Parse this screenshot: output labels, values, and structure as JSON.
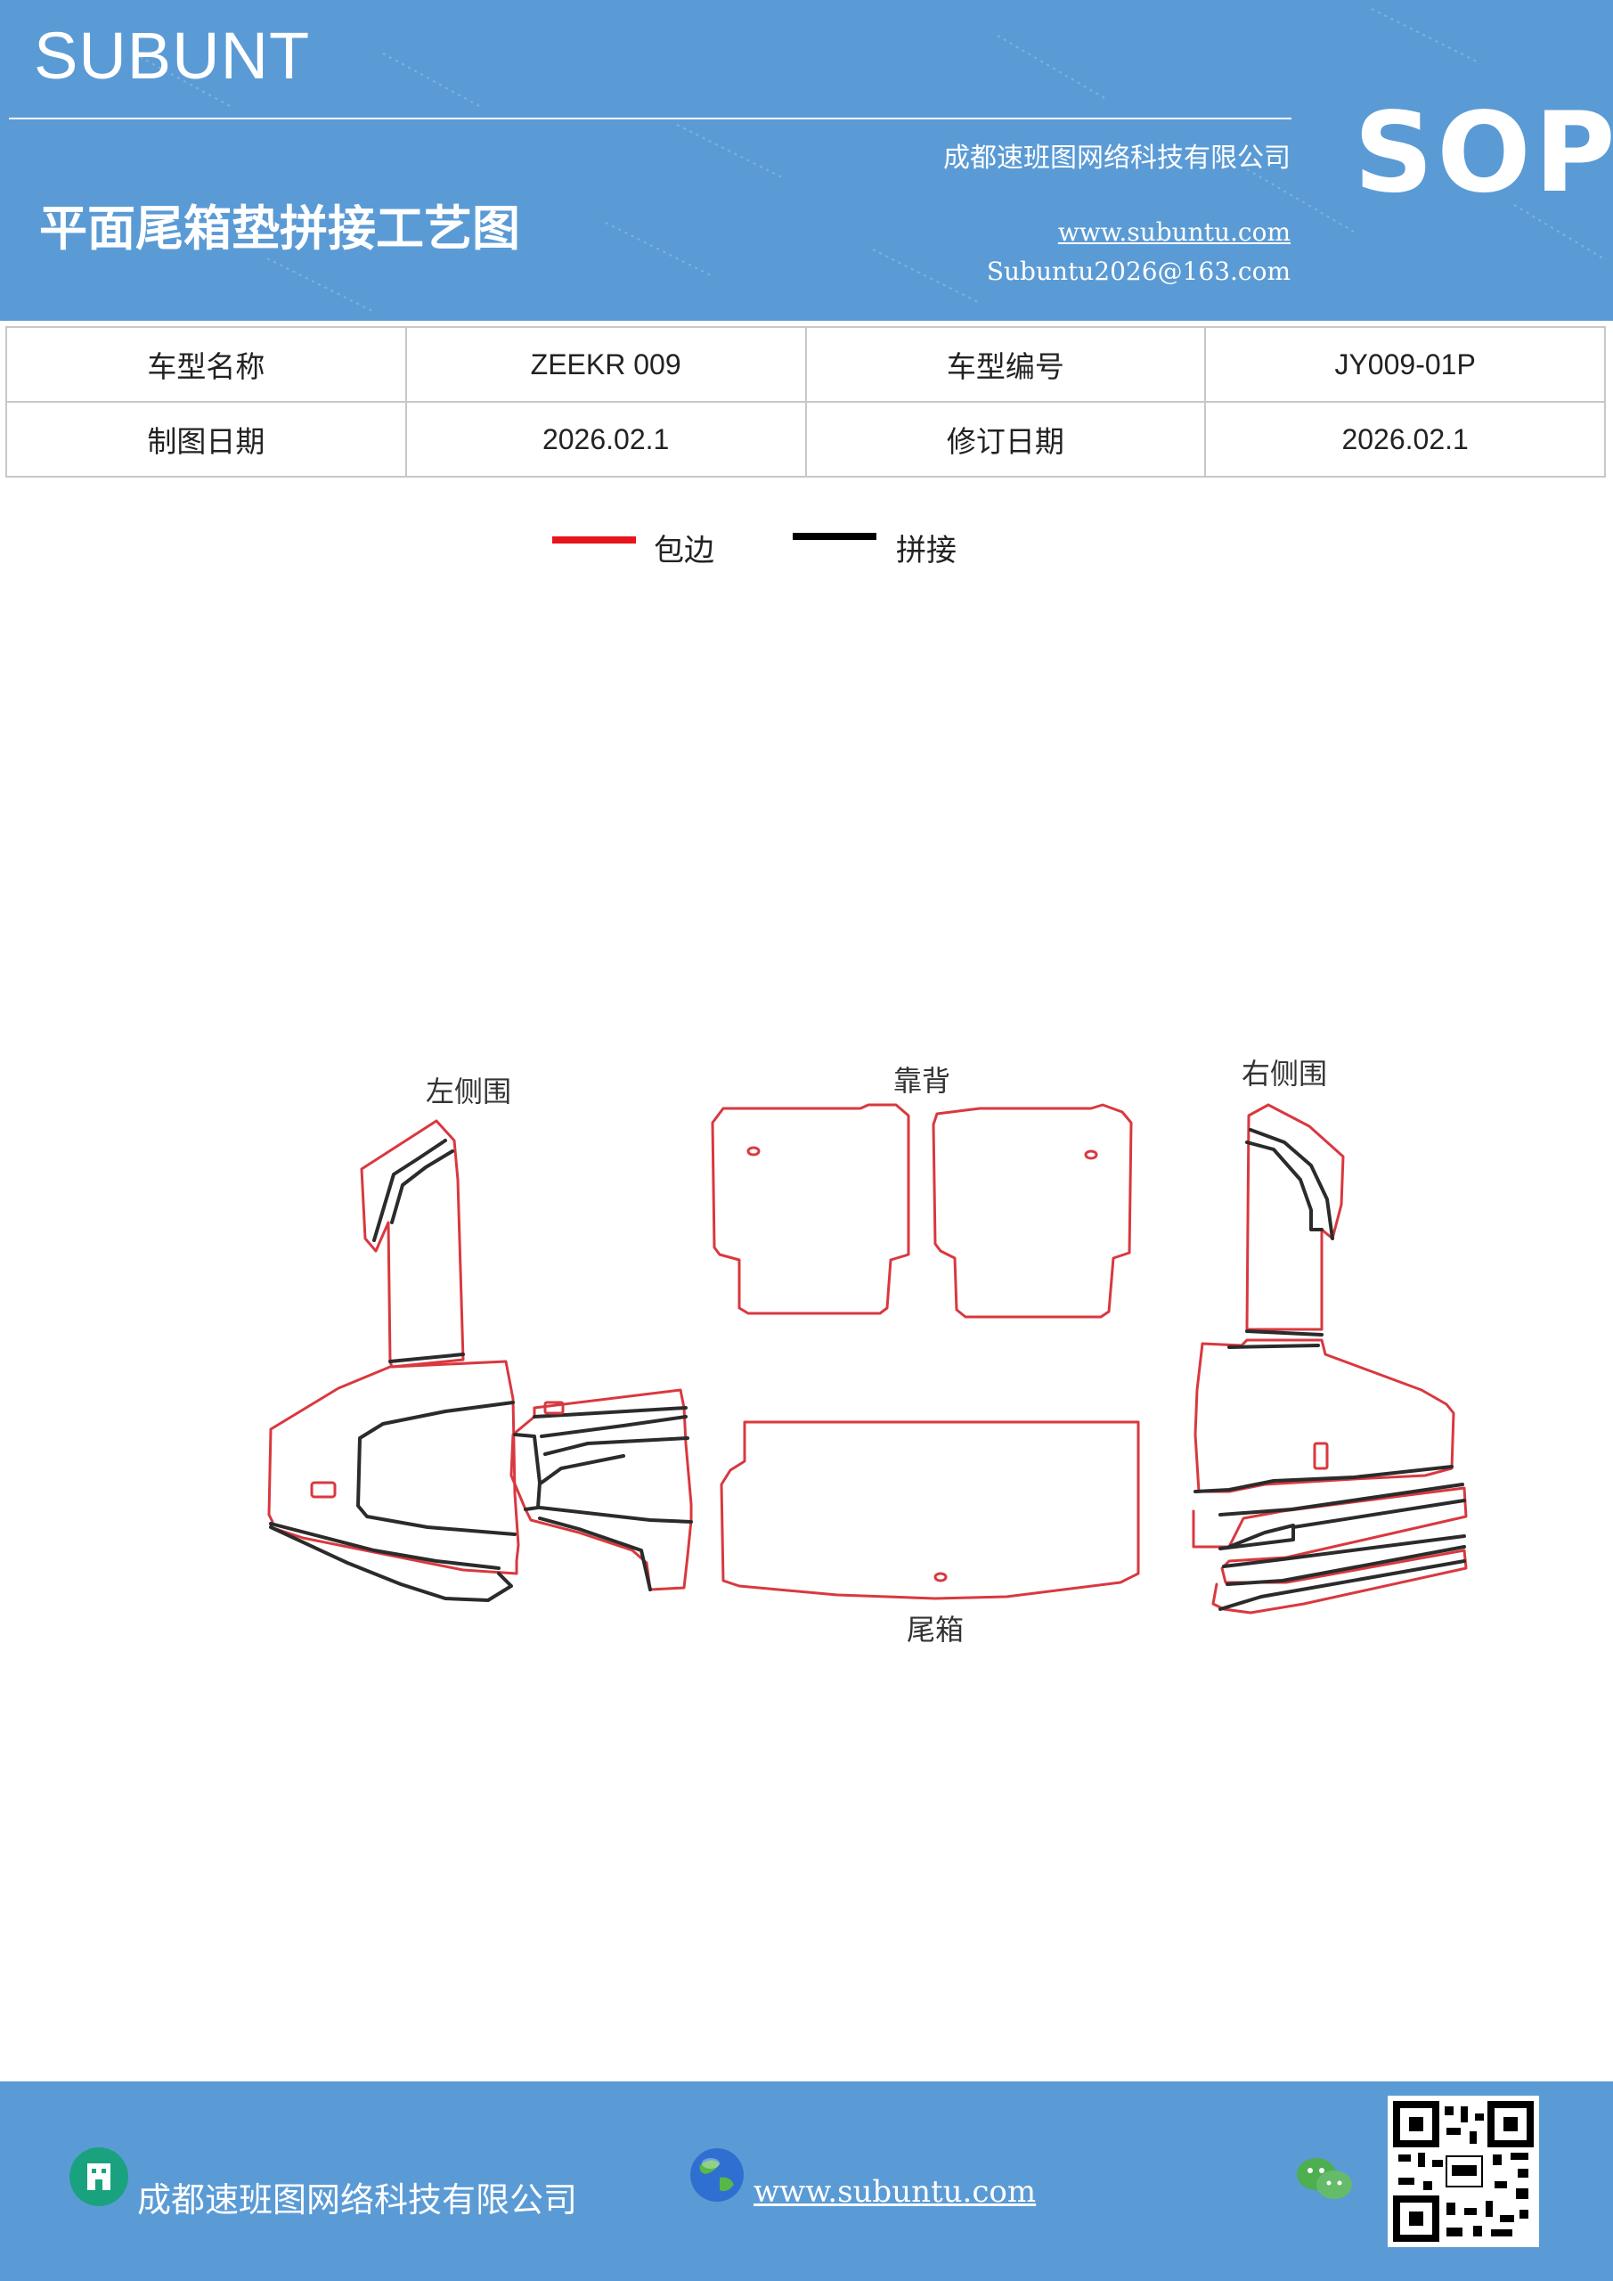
{
  "header": {
    "brand": "SUBUNT",
    "company": "成都速班图网络科技有限公司",
    "sop": "SOP",
    "title": "平面尾箱垫拼接工艺图",
    "website": "www.subuntu.com",
    "email": "Subuntu2026@163.com"
  },
  "info": {
    "model_name_label": "车型名称",
    "model_name_value": "ZEEKR  009",
    "model_code_label": "车型编号",
    "model_code_value": "JY009-01P",
    "draw_date_label": "制图日期",
    "draw_date_value": "2026.02.1",
    "revise_date_label": "修订日期",
    "revise_date_value": "2026.02.1"
  },
  "legend": {
    "edge_label": "包边",
    "edge_color": "#e8141b",
    "join_label": "拼接",
    "join_color": "#000000"
  },
  "diagram": {
    "left_side": "左侧围",
    "backrest": "靠背",
    "right_side": "右侧围",
    "trunk": "尾箱",
    "edge_stroke": "#d9383f",
    "join_stroke": "#2b2b2b"
  },
  "footer": {
    "company": "成都速班图网络科技有限公司",
    "website": "www.subuntu.com",
    "bg": "#5b9bd5"
  }
}
